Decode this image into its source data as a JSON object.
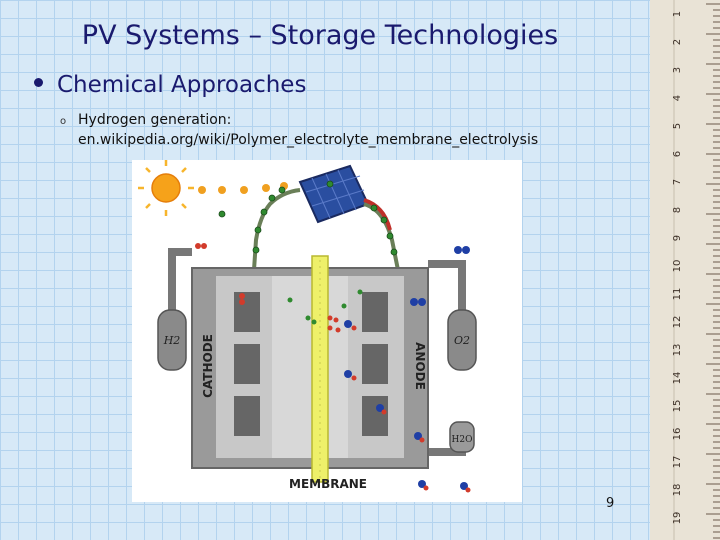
{
  "slide": {
    "title": "PV Systems – Storage Technologies",
    "bullet": "Chemical Approaches",
    "sub_bullet_line1": "Hydrogen generation:",
    "sub_bullet_line2": "en.wikipedia.org/wiki/Polymer_electrolyte_membrane_electrolysis",
    "page_number": "9"
  },
  "figure": {
    "cathode_label": "CATHODE",
    "anode_label": "ANODE",
    "membrane_label": "MEMBRANE",
    "h2_tank_label": "H2",
    "o2_tank_label": "O2",
    "water_label": "H2O"
  },
  "ruler": {
    "numbers": [
      "1",
      "2",
      "3",
      "4",
      "5",
      "6",
      "7",
      "8",
      "9",
      "10",
      "11",
      "12",
      "13",
      "14",
      "15",
      "16",
      "17",
      "18",
      "19"
    ]
  },
  "colors": {
    "title": "#1a1a6e",
    "background": "#d7e9f7",
    "grid": "#b3d3ee",
    "membrane": "#eef06a",
    "wire_red": "#c0302a",
    "hydrogen_red": "#d23b2b",
    "oxygen_blue": "#1f3fa5"
  }
}
